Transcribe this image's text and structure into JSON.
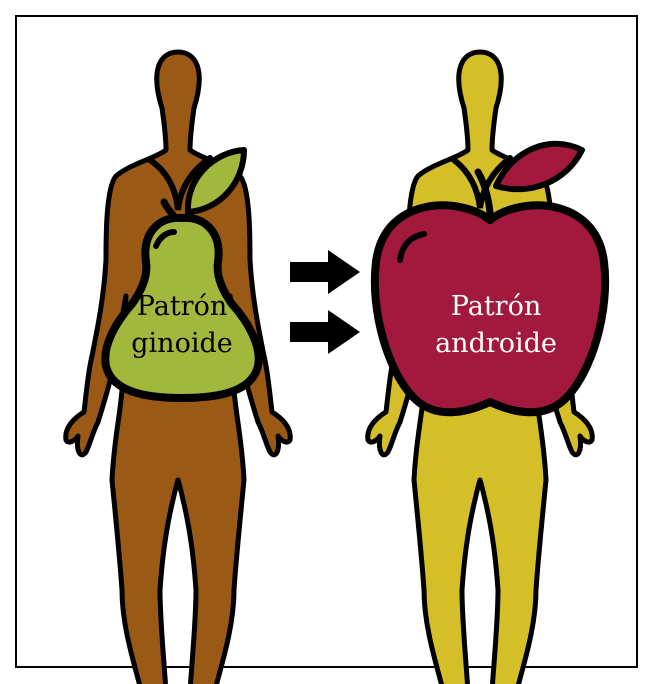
{
  "labels": {
    "left": {
      "line1": "Patrón",
      "line2": "ginoide"
    },
    "right": {
      "line1": "Patrón",
      "line2": "androide"
    }
  },
  "colors": {
    "left_body": "#9a5a16",
    "right_body": "#d4bf28",
    "pear": "#a2b83c",
    "apple": "#a3193e",
    "outline": "#000000",
    "arrow": "#000000",
    "background": "#ffffff"
  },
  "icons": {
    "left_figure": "human-silhouette-icon",
    "right_figure": "human-silhouette-icon",
    "pear": "pear-icon",
    "apple": "apple-icon",
    "arrows": "right-arrow-icon"
  }
}
